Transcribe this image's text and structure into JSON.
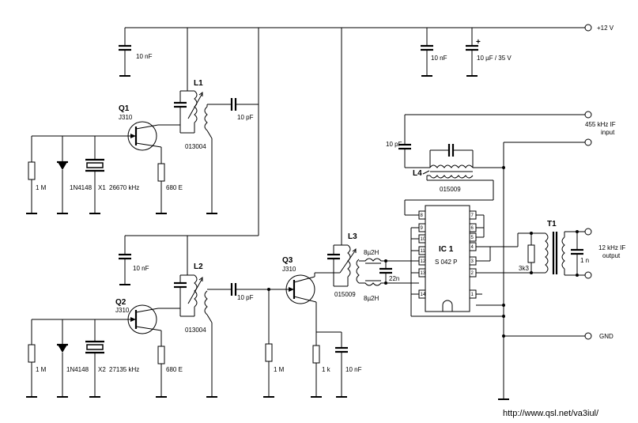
{
  "rails": {
    "vcc": "+12 V",
    "gnd": "GND"
  },
  "io": {
    "if_in_line1": "455 kHz IF",
    "if_in_line2": "input",
    "if_out_line1": "12 kHz IF",
    "if_out_line2": "output"
  },
  "transistors": {
    "q1": "Q1",
    "q1_type": "J310",
    "q2": "Q2",
    "q2_type": "J310",
    "q3": "Q3",
    "q3_type": "J310"
  },
  "inductors": {
    "l1": "L1",
    "l1_part": "013004",
    "l2": "L2",
    "l2_part": "013004",
    "l3": "L3",
    "l3_part": "015009",
    "l4": "L4",
    "l4_part": "015009",
    "t1": "T1"
  },
  "chokes": {
    "top": "8µ2H",
    "bottom": "8µ2H",
    "cap": "22n"
  },
  "ic": {
    "name": "IC 1",
    "part": "S 042 P",
    "pins_left": [
      "8",
      "9",
      "10",
      "11",
      "12",
      "13",
      "14"
    ],
    "pins_right": [
      "7",
      "6",
      "5",
      "4",
      "3",
      "2",
      "1"
    ]
  },
  "crystals": {
    "x1": "X1",
    "x1_freq": "26670 kHz",
    "x2": "X2",
    "x2_freq": "27135 kHz"
  },
  "diodes": {
    "d1": "1N4148",
    "d2": "1N4148"
  },
  "capacitors": {
    "c_top_left": "10 nF",
    "c_top_mid": "10 nF",
    "c_top_right": "10 µF / 35 V",
    "c_top_right_pol": "+",
    "c_l1": "10 pF",
    "c_mid_left": "10 nF",
    "c_l2": "10 pF",
    "c_q3_src": "10 nF",
    "c_if_in": "10 pF",
    "c_out": "1 n"
  },
  "resistors": {
    "r_q1_gate": "1 M",
    "r_q1_src": "680 E",
    "r_q2_gate": "1 M",
    "r_q2_src": "680 E",
    "r_q3_gate": "1 M",
    "r_q3_src": "1 k",
    "r_t1": "3k3"
  },
  "footer": {
    "url": "http://www.qsl.net/va3iul/"
  }
}
